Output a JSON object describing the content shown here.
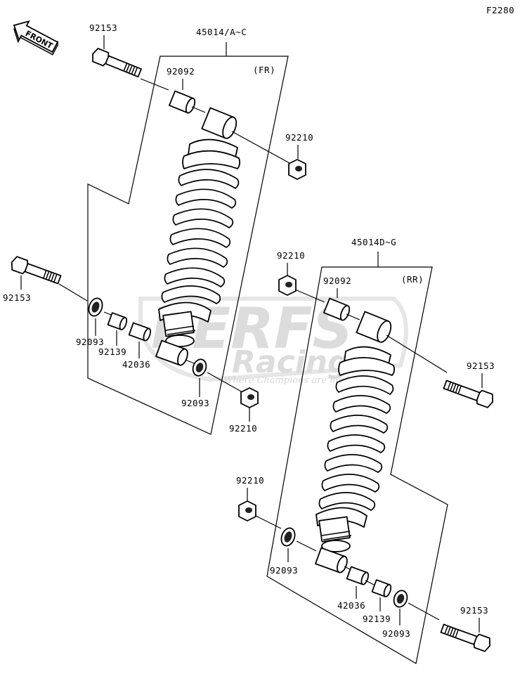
{
  "figure_code": "F2280",
  "front_arrow": {
    "label": "FRONT"
  },
  "watermark": {
    "brand_top": "PERFS",
    "brand_sub": "Racing",
    "tagline": "Where Champions are made"
  },
  "front_assembly": {
    "assembly_number": "45014/A~C",
    "position": "(FR)",
    "parts": {
      "bolt_top": "92153",
      "collar_top": "92092",
      "nut_top": "92210",
      "bolt_bottom": "92153",
      "seal_left": "92093",
      "bushing": "92139",
      "spacer": "42036",
      "seal_right": "92093",
      "nut_bottom": "92210"
    }
  },
  "rear_assembly": {
    "assembly_number": "45014D~G",
    "position": "(RR)",
    "parts": {
      "nut_top": "92210",
      "collar_top": "92092",
      "bolt_top": "92153",
      "nut_bottom": "92210",
      "seal_left": "92093",
      "spacer": "42036",
      "bushing": "92139",
      "seal_right": "92093",
      "bolt_bottom": "92153"
    }
  }
}
